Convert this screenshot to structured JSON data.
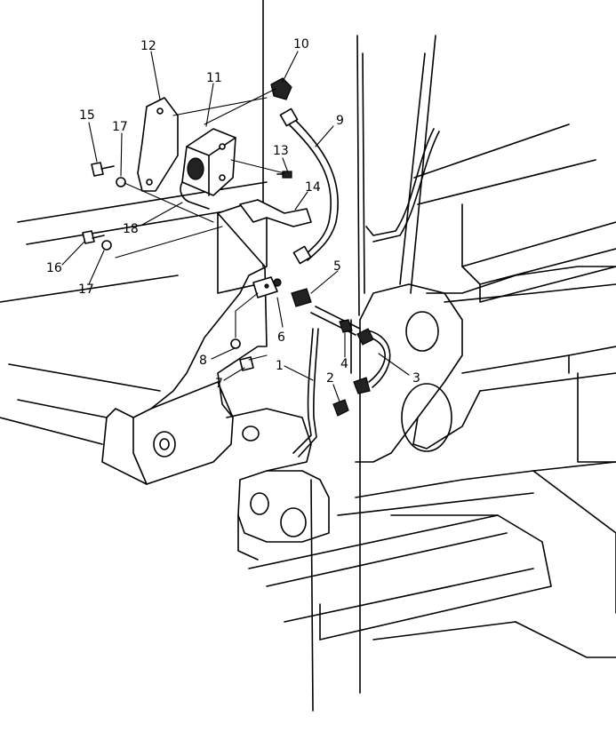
{
  "labels": {
    "p1": "1",
    "p2": "2",
    "p3": "3",
    "p4": "4",
    "p5": "5",
    "p6": "6",
    "p7": "7",
    "p8": "8",
    "p9": "9",
    "p10": "10",
    "p11": "11",
    "p12": "12",
    "p13": "13",
    "p14": "14",
    "p15": "15",
    "p16": "16",
    "p17a": "17",
    "p17b": "17",
    "p18": "18"
  }
}
